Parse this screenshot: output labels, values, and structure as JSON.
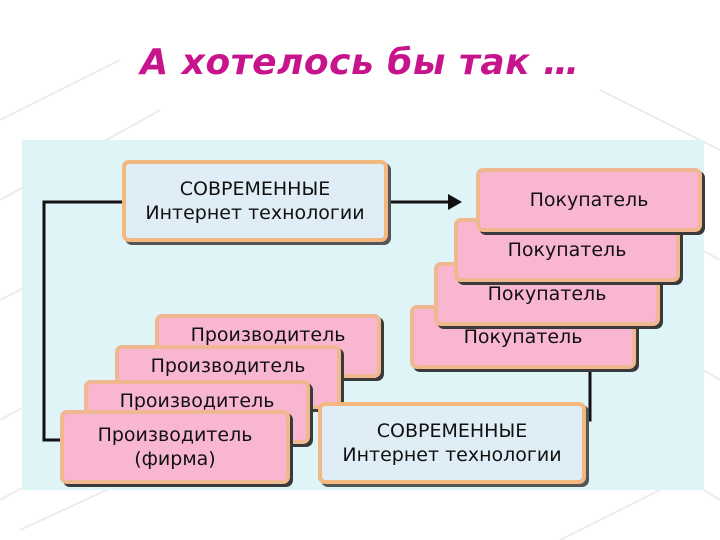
{
  "slide": {
    "title": "А хотелось бы так …"
  },
  "diagram": {
    "tech_top": {
      "line1": "СОВРЕМЕННЫЕ",
      "line2": "Интернет технологии"
    },
    "tech_bottom": {
      "line1": "СОВРЕМЕННЫЕ",
      "line2": "Интернет технологии"
    },
    "buyers": [
      "Покупатель",
      "Покупатель",
      "Покупатель",
      "Покупатель"
    ],
    "producers": [
      "Производитель",
      "Производитель",
      "Производитель"
    ],
    "producer_main": {
      "line1": "Производитель",
      "line2": "(фирма)"
    }
  },
  "colors": {
    "title": "#c8148c",
    "panel": "#dff4f6",
    "box_border": "#f2b880",
    "tech_fill": "#dfeef6",
    "actor_fill": "#f9b6d0"
  }
}
